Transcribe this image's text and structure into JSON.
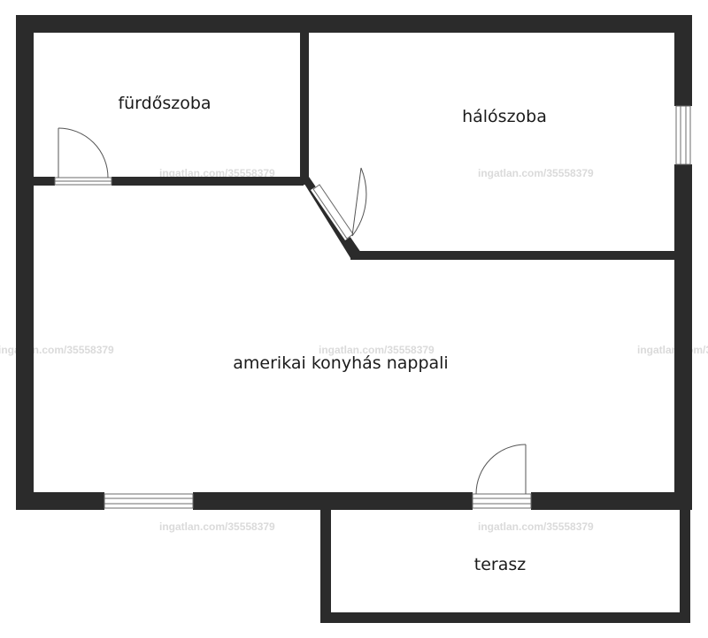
{
  "rooms": {
    "bathroom": "fürdőszoba",
    "bedroom": "hálószoba",
    "living": "amerikai konyhás nappali",
    "terrace": "terasz"
  },
  "watermark": "ingatlan.com/35558379",
  "colors": {
    "wall": "#2b2b2b",
    "background": "#ffffff",
    "door_arc": "#555555",
    "watermark": "#bdbdbd"
  }
}
